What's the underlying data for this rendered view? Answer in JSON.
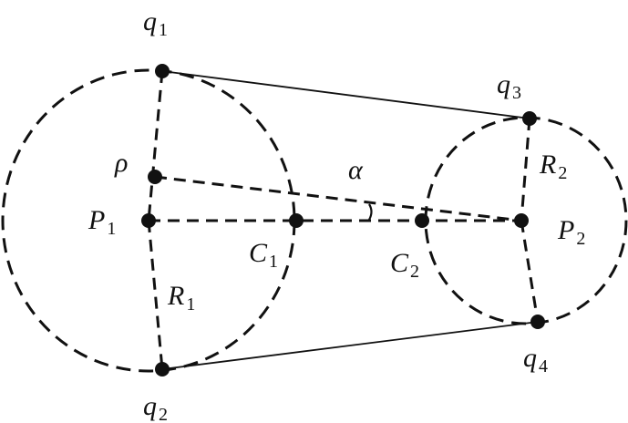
{
  "labels": {
    "q1": {
      "main": "q",
      "sub": "1"
    },
    "q2": {
      "main": "q",
      "sub": "2"
    },
    "q3": {
      "main": "q",
      "sub": "3"
    },
    "q4": {
      "main": "q",
      "sub": "4"
    },
    "rho": {
      "main": "ρ"
    },
    "alpha": {
      "main": "α"
    },
    "P1": {
      "main": "P",
      "sub": "1"
    },
    "P2": {
      "main": "P",
      "sub": "2"
    },
    "C1": {
      "main": "C",
      "sub": "1"
    },
    "C2": {
      "main": "C",
      "sub": "2"
    },
    "R1": {
      "main": "R",
      "sub": "1"
    },
    "R2": {
      "main": "R",
      "sub": "2"
    }
  },
  "colors": {
    "stroke": "#111111",
    "background": "#ffffff"
  }
}
